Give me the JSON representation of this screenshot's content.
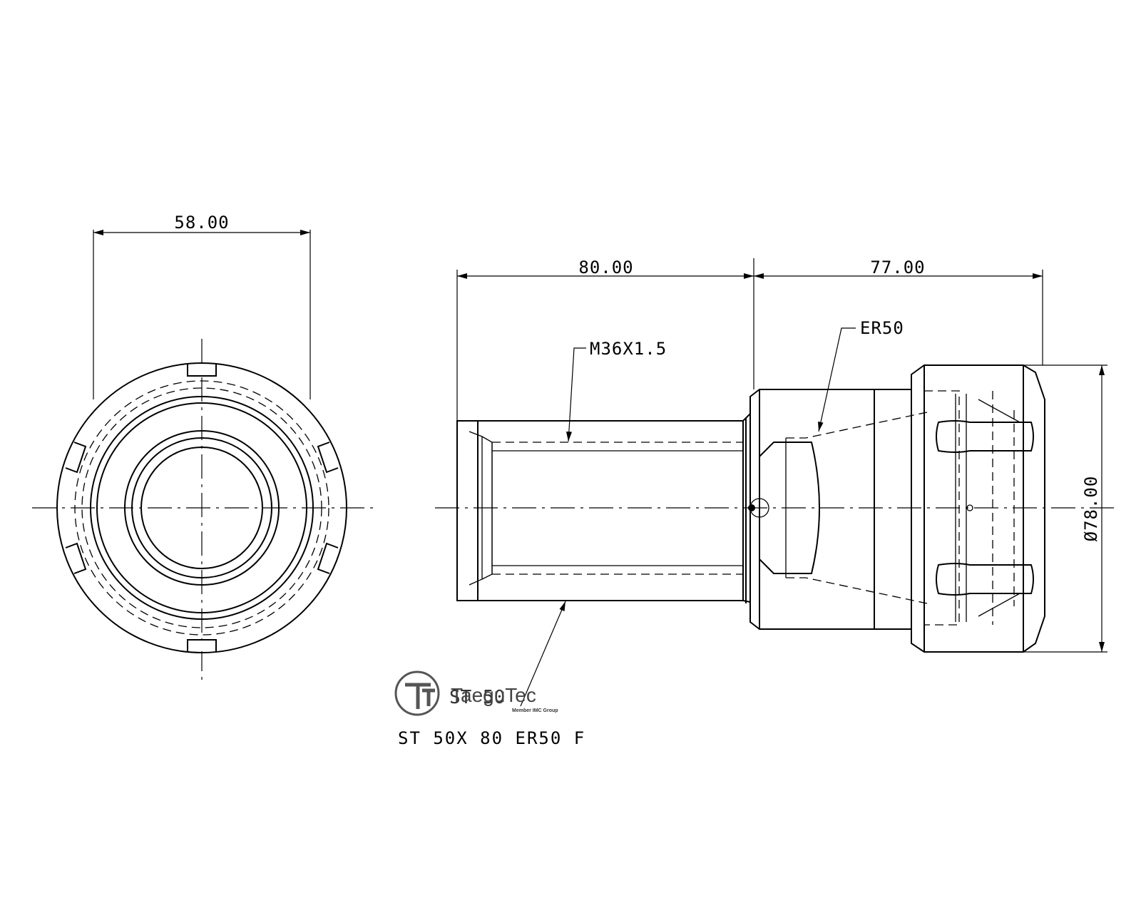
{
  "dimensions": {
    "front_width": "58.00",
    "body_length": "80.00",
    "nut_length": "77.00",
    "diameter": "Ø78.00"
  },
  "callouts": {
    "thread": "M36X1.5",
    "collet": "ER50"
  },
  "logo": {
    "brand": "TaeguTec",
    "tagline": "Member IMC Group",
    "overprint": "ST 50"
  },
  "part_number": "ST 50X 80 ER50 F"
}
